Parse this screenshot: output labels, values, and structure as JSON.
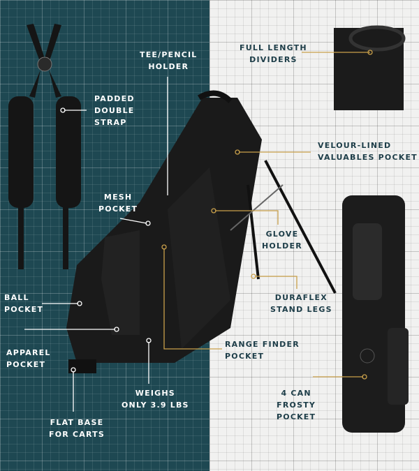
{
  "labels": {
    "tee_pencil": "TEE/PENCIL\nHOLDER",
    "padded_strap": "PADDED\nDOUBLE\nSTRAP",
    "mesh_pocket": "MESH\nPOCKET",
    "ball_pocket": "BALL\nPOCKET",
    "apparel_pocket": "APPAREL\nPOCKET",
    "flat_base": "FLAT BASE\nFOR CARTS",
    "weighs": "WEIGHS\nONLY 3.9 LBS",
    "dividers": "FULL LENGTH\nDIVIDERS",
    "velour": "VELOUR-LINED\nVALUABLES POCKET",
    "glove": "GLOVE\nHOLDER",
    "legs": "DURAFLEX\nSTAND LEGS",
    "range_finder": "RANGE FINDER\nPOCKET",
    "frosty": "4 CAN\nFROSTY\nPOCKET"
  },
  "colors": {
    "left_bg": "#1e4852",
    "right_bg": "#f1f1f0",
    "accent": "#c9a04a",
    "text_dark": "#1d3d48"
  }
}
